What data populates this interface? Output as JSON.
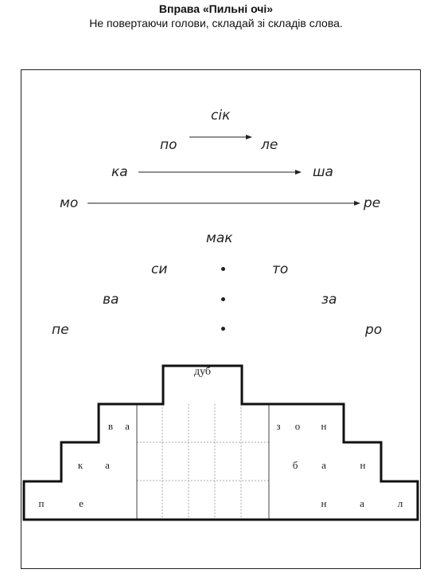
{
  "header": {
    "title": "Вправа «Пильні очі»",
    "instruction": "Не повертаючи голови, складай зі складів слова."
  },
  "arrow_words": {
    "top": "сік",
    "row1_left": "по",
    "row1_right": "ле",
    "row2_left": "ка",
    "row2_right": "ша",
    "row3_left": "мо",
    "row3_right": "ре"
  },
  "dot_words": {
    "top": "мак",
    "row1_left": "си",
    "row1_right": "то",
    "row2_left": "ва",
    "row2_right": "за",
    "row3_left": "пе",
    "row3_right": "ро"
  },
  "pyramid": {
    "center": "дуб",
    "row1_left": [
      "в",
      "а"
    ],
    "row1_right": [
      "з",
      "о",
      "н"
    ],
    "row2_left": [
      "к",
      "а"
    ],
    "row2_right": [
      "б",
      "а",
      "н"
    ],
    "row3_left": [
      "п",
      "е"
    ],
    "row3_right": [
      "н",
      "а",
      "л"
    ]
  }
}
